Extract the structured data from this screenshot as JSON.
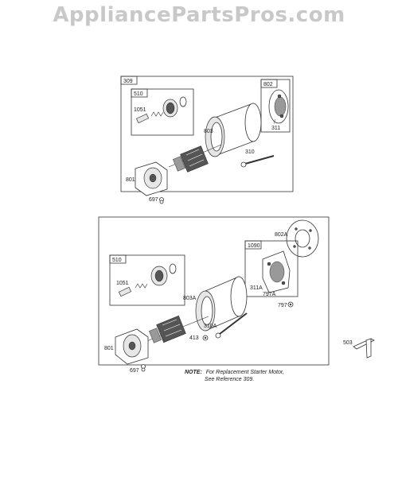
{
  "watermark": "AppliancePartsPros.com",
  "assembly_top": {
    "box_label": "309",
    "sub_box_label": "510",
    "end_cap_box_label": "802",
    "parts": {
      "p1051": "1051",
      "p803": "803",
      "p311": "311",
      "p310": "310",
      "p801": "801",
      "p697": "697"
    }
  },
  "assembly_bottom": {
    "sub_box_label": "510",
    "end_cap_box_label": "1090",
    "parts": {
      "p802a": "802A",
      "p1051": "1051",
      "p803a": "803A",
      "p311a": "311A",
      "p797a": "797A",
      "p797": "797",
      "p310a": "310A",
      "p413": "413",
      "p801": "801",
      "p697": "697"
    }
  },
  "standalone": {
    "p503": "503"
  },
  "note": {
    "prefix": "NOTE:",
    "line1": "For Replacement Starter Motor,",
    "line2": "See Reference 309."
  }
}
